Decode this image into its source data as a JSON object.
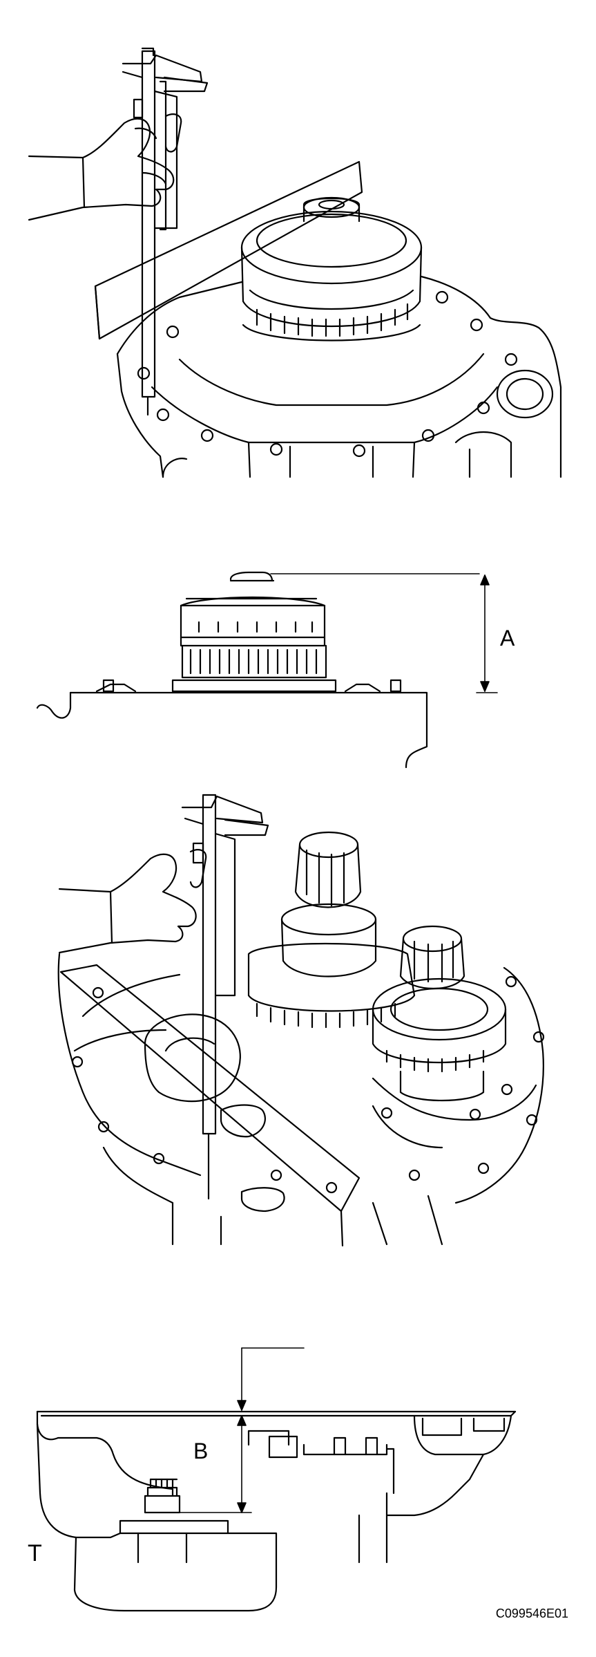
{
  "labels": {
    "dimension_a": "A",
    "dimension_b": "B"
  },
  "corner_mark": "T",
  "figure_code": "C099546E01"
}
